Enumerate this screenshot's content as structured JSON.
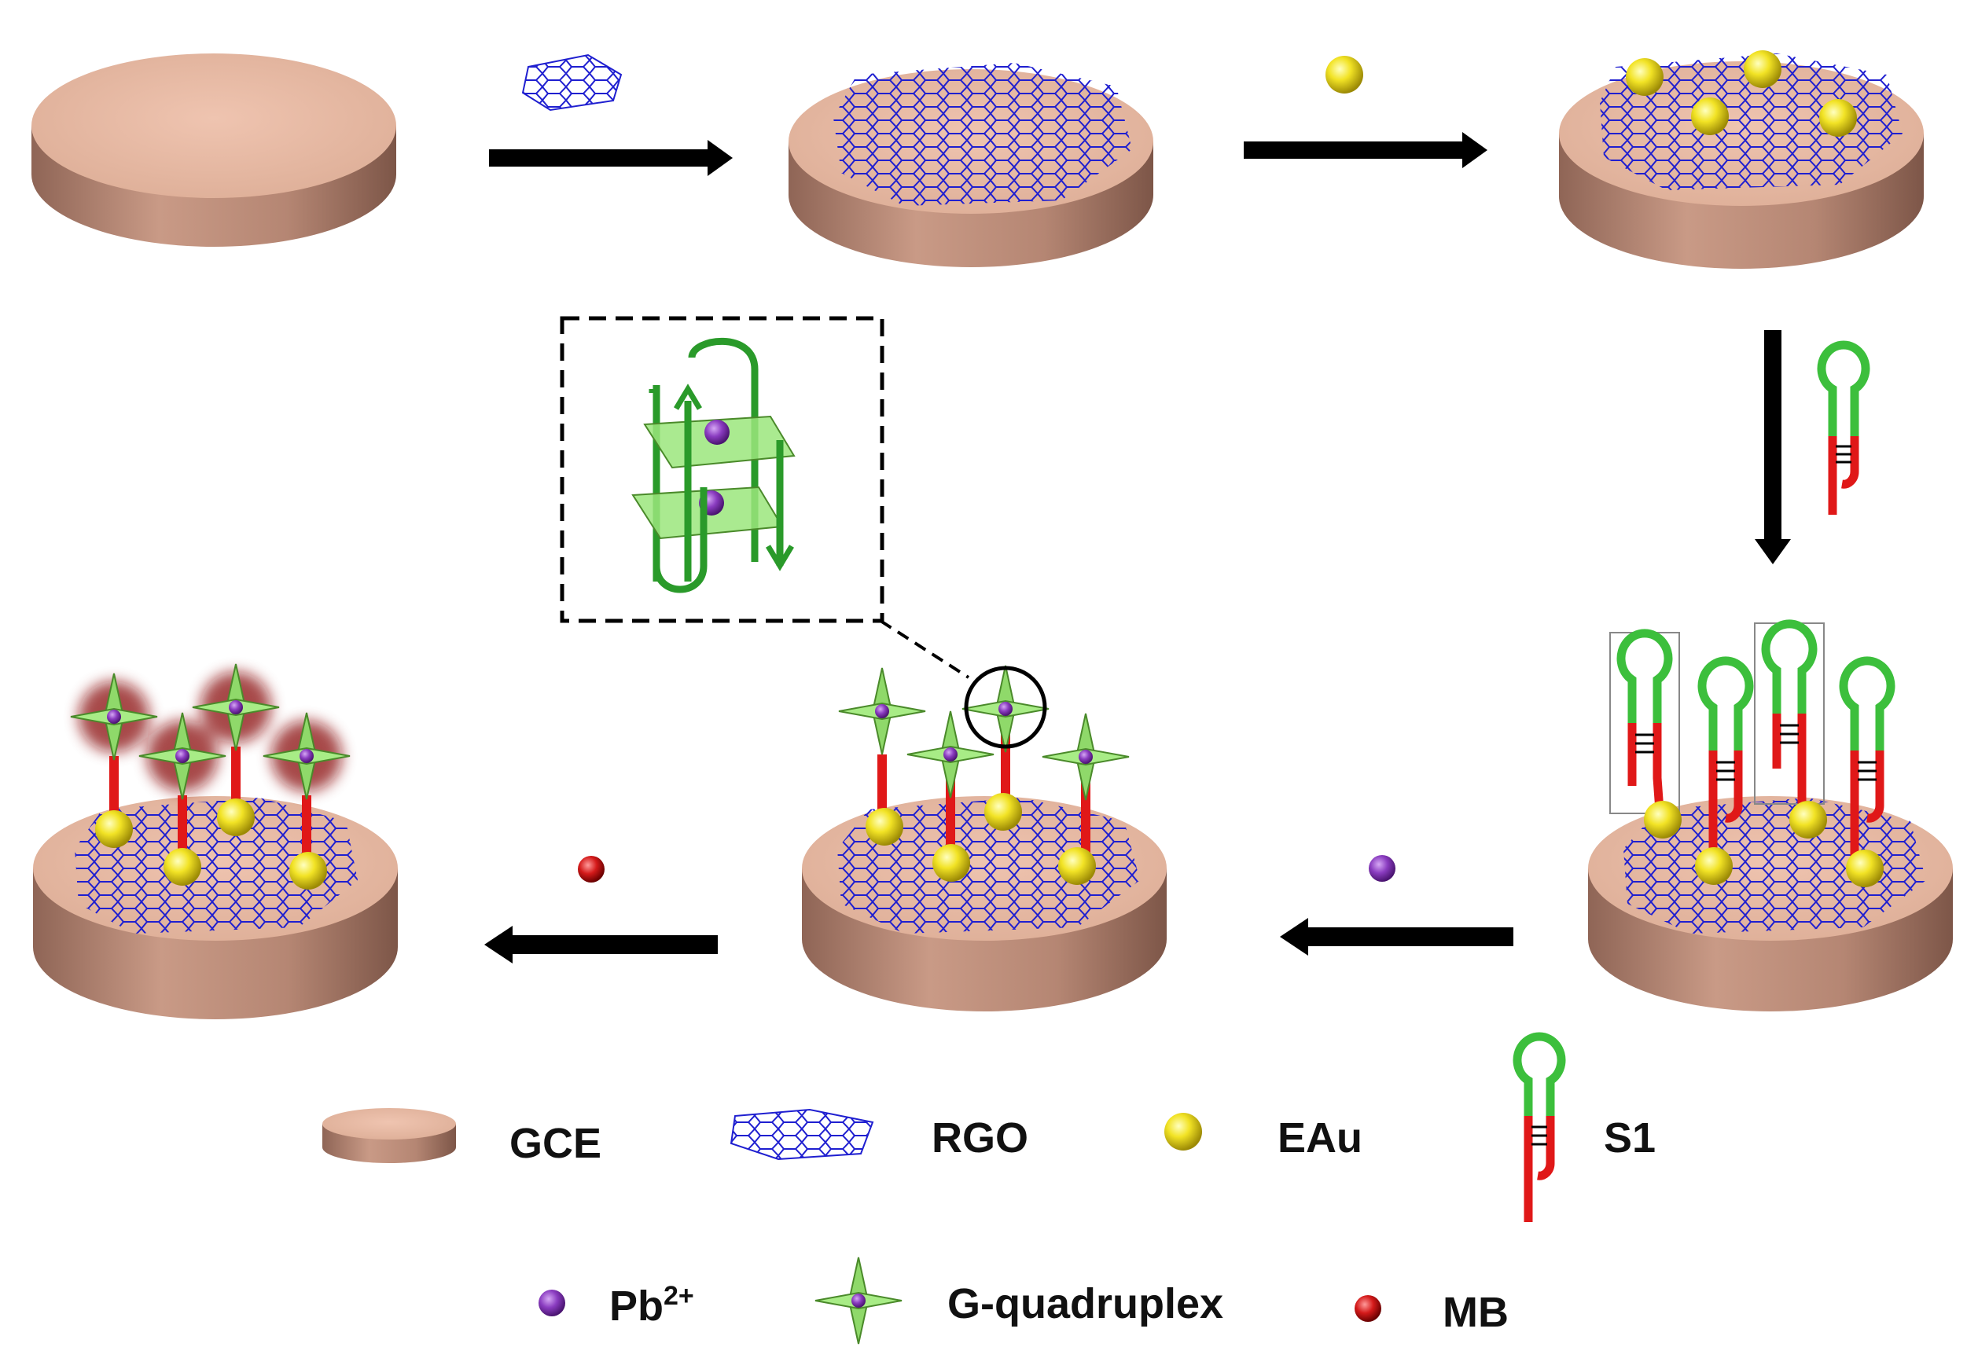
{
  "legend": {
    "gce": "GCE",
    "rgo": "RGO",
    "eau": "EAu",
    "s1": "S1",
    "pb_base": "Pb",
    "pb_sup": "2+",
    "gq": "G-quadruplex",
    "mb": "MB"
  },
  "colors": {
    "electrode_top": "#e8b8a2",
    "electrode_side": "#b88876",
    "graphene": "#1f1fd0",
    "gold": "#efe12a",
    "pb": "#8a3cc0",
    "mb": "#d41a1a",
    "dna_green": "#3cbf3c",
    "dna_red": "#e01818",
    "quadruplex_plane": "#9be67c"
  }
}
